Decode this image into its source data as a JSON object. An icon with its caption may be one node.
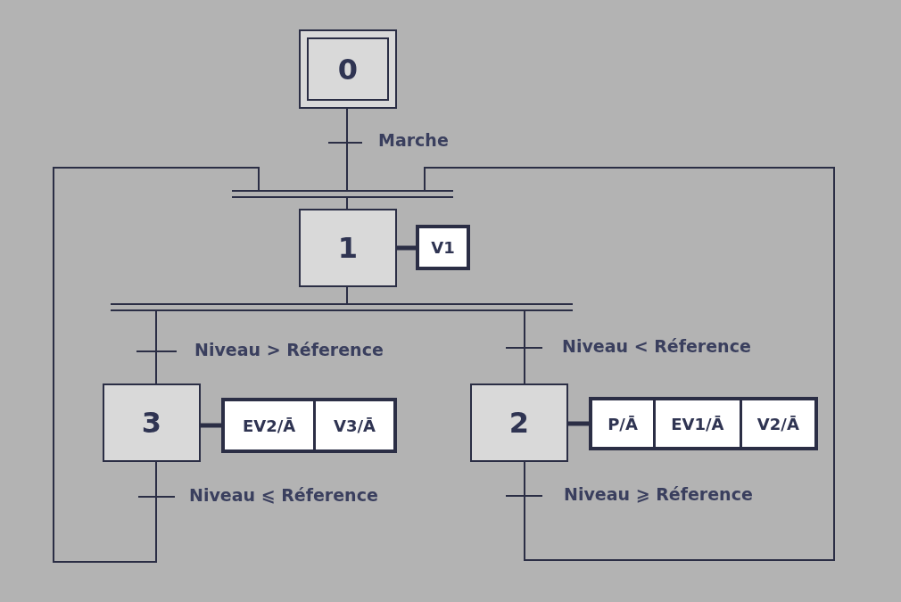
{
  "diagram": {
    "nodes": [
      {
        "text": [
          "0"
        ]
      },
      {
        "text": [],
        "shape": "bar"
      },
      {
        "text": [
          "1"
        ]
      },
      {
        "text": [
          "V1"
        ]
      },
      {
        "text": [],
        "shape": "bar"
      },
      {
        "text": [
          "3"
        ]
      },
      {
        "text": [
          "EV2/Ā",
          "V3/Ā"
        ]
      },
      {
        "text": [
          "2"
        ]
      },
      {
        "text": [
          "P/Ā",
          "EV1/Ā",
          "V2/Ā"
        ]
      }
    ],
    "edges": [
      {
        "from": 0,
        "to": 1,
        "arrow": "none",
        "label": "Marche"
      },
      {
        "from": 1,
        "to": 2,
        "arrow": "none"
      },
      {
        "from": 2,
        "to": 3,
        "arrow": "none",
        "style": "thick"
      },
      {
        "from": 2,
        "to": 4,
        "arrow": "none"
      },
      {
        "from": 4,
        "to": 5,
        "arrow": "none",
        "label": "Niveau > Réference"
      },
      {
        "from": 4,
        "to": 7,
        "arrow": "none",
        "label": "Niveau < Réference"
      },
      {
        "from": 5,
        "to": 6,
        "arrow": "none",
        "style": "thick"
      },
      {
        "from": 7,
        "to": 8,
        "arrow": "none",
        "style": "thick"
      },
      {
        "from": 5,
        "to": 1,
        "arrow": "none",
        "label": "Niveau ⩽ Réference"
      },
      {
        "from": 7,
        "to": 1,
        "arrow": "none",
        "label": "Niveau ⩾ Réference"
      }
    ]
  }
}
